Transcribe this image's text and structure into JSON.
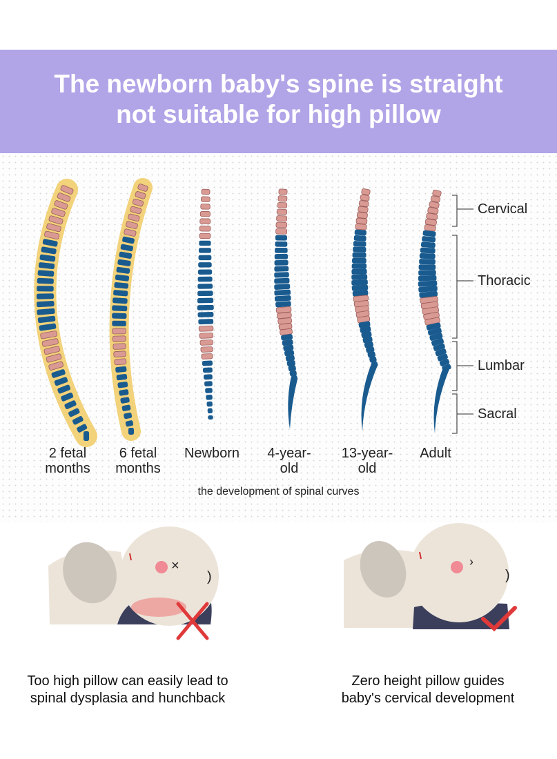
{
  "title": {
    "line1": "The newborn baby's spine is straight",
    "line2": "not suitable for high pillow"
  },
  "stages": [
    {
      "line1": "2 fetal",
      "line2": "months"
    },
    {
      "line1": "6 fetal",
      "line2": "months"
    },
    {
      "line1": "Newborn",
      "line2": ""
    },
    {
      "line1": "4-year-",
      "line2": "old"
    },
    {
      "line1": "13-year-",
      "line2": "old"
    },
    {
      "line1": "Adult",
      "line2": ""
    }
  ],
  "segments": [
    "Cervical",
    "Thoracic",
    "Lumbar",
    "Sacral"
  ],
  "diagram_caption": "the development of spinal curves",
  "comparison": {
    "bad": {
      "line1": "Too high pillow can easily lead to",
      "line2": "spinal dysplasia and hunchback"
    },
    "good": {
      "line1": "Zero height pillow guides",
      "line2": "baby's cervical development"
    }
  },
  "colors": {
    "banner": "#b1a4e7",
    "vertebra_blue": "#1a5b8f",
    "vertebra_pink": "#d99a94",
    "fetal_glow": "#f2d27a",
    "bad_mark": "#e0393a"
  }
}
